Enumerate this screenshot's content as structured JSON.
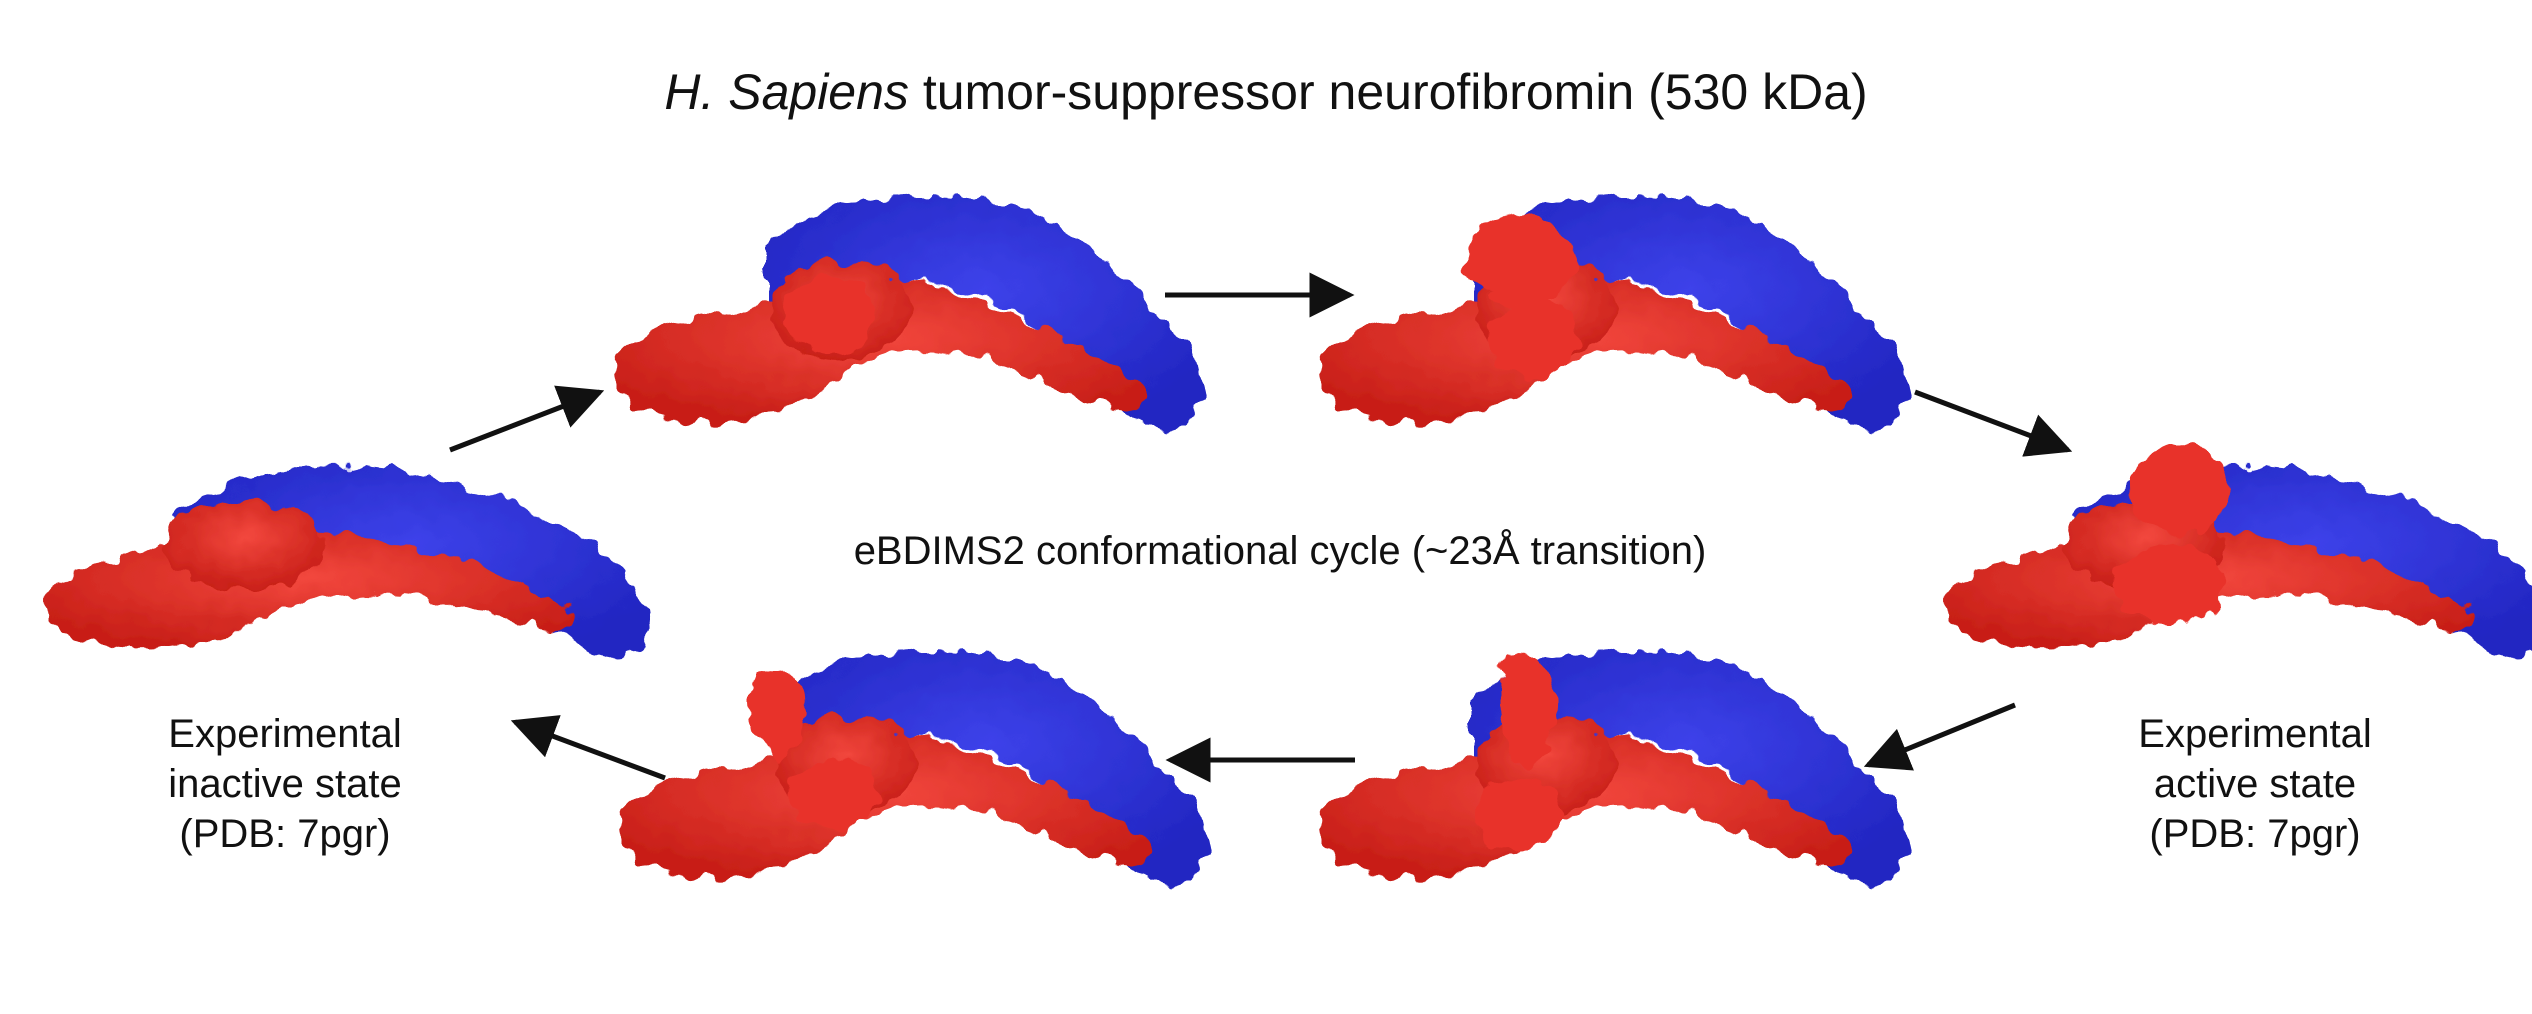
{
  "title": {
    "italic": "H. Sapiens",
    "rest": " tumor-suppressor neurofibromin (530 kDa)"
  },
  "center_caption": "eBDIMS2 conformational cycle (~23Å transition)",
  "inactive_label": {
    "line1": "Experimental",
    "line2": "inactive state",
    "line3": "(PDB: 7pgr)"
  },
  "active_label": {
    "line1": "Experimental",
    "line2": "active state",
    "line3": "(PDB: 7pgr)"
  },
  "colors": {
    "domain_blue": "#2b2fd6",
    "domain_red": "#e02a22",
    "arrow": "#111111",
    "text": "#111111",
    "background": "#ffffff"
  }
}
